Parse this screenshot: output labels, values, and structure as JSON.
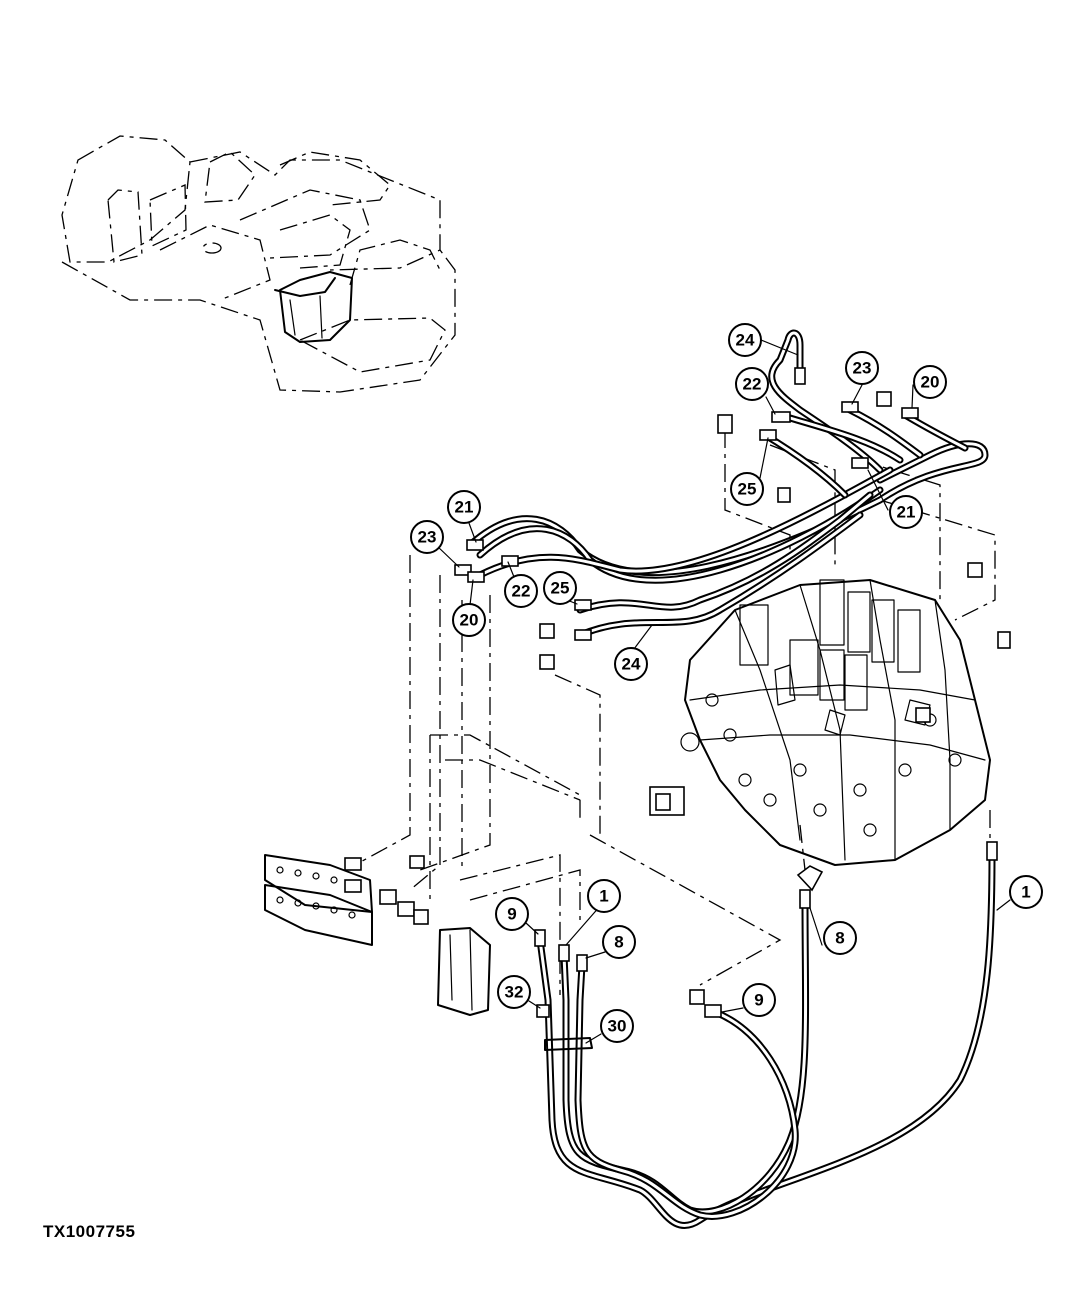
{
  "figure_code": "TX1007755",
  "callouts": [
    {
      "id": "c-24-top",
      "label": "24"
    },
    {
      "id": "c-23-top",
      "label": "23"
    },
    {
      "id": "c-20-top",
      "label": "20"
    },
    {
      "id": "c-22-top",
      "label": "22"
    },
    {
      "id": "c-25-top",
      "label": "25"
    },
    {
      "id": "c-21-right",
      "label": "21"
    },
    {
      "id": "c-21-left",
      "label": "21"
    },
    {
      "id": "c-23-left",
      "label": "23"
    },
    {
      "id": "c-22-mid",
      "label": "22"
    },
    {
      "id": "c-20-left",
      "label": "20"
    },
    {
      "id": "c-25-mid",
      "label": "25"
    },
    {
      "id": "c-24-mid",
      "label": "24"
    },
    {
      "id": "c-1-left",
      "label": "1"
    },
    {
      "id": "c-9-left",
      "label": "9"
    },
    {
      "id": "c-8-left",
      "label": "8"
    },
    {
      "id": "c-32",
      "label": "32"
    },
    {
      "id": "c-30",
      "label": "30"
    },
    {
      "id": "c-9-right",
      "label": "9"
    },
    {
      "id": "c-8-right",
      "label": "8"
    },
    {
      "id": "c-1-right",
      "label": "1"
    }
  ]
}
